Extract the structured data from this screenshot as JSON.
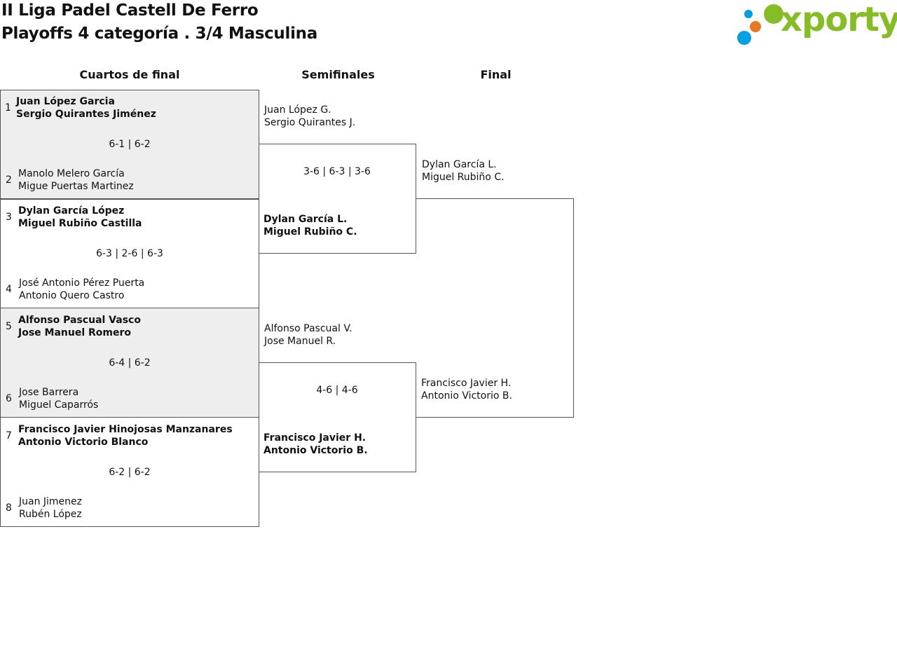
{
  "header": {
    "title_line1": "II Liga Padel Castell De Ferro",
    "title_line2": "Playoffs 4 categoría . 3/4 Masculina"
  },
  "logo": {
    "text": "xporty",
    "colors": [
      "#86bc25",
      "#00a0e3",
      "#e87722"
    ]
  },
  "rounds": {
    "qf": "Cuartos de final",
    "sf": "Semifinales",
    "final": "Final"
  },
  "quarterfinals": [
    {
      "seed_a": "1",
      "a1": "Juan López Garcia",
      "a2": "Sergio Quirantes Jiménez",
      "score": "6-1 | 6-2",
      "seed_b": "2",
      "b1": "Manolo Melero García",
      "b2": "Migue Puertas Martinez"
    },
    {
      "seed_a": "3",
      "a1": "Dylan García López",
      "a2": "Miguel Rubiño Castilla",
      "score": "6-3 | 2-6 | 6-3",
      "seed_b": "4",
      "b1": "José Antonio Pérez Puerta",
      "b2": "Antonio Quero Castro"
    },
    {
      "seed_a": "5",
      "a1": "Alfonso Pascual Vasco",
      "a2": "Jose Manuel Romero",
      "score": "6-4 | 6-2",
      "seed_b": "6",
      "b1": "Jose Barrera",
      "b2": "Miguel Caparrós"
    },
    {
      "seed_a": "7",
      "a1": "Francisco Javier Hinojosas Manzanares",
      "a2": "Antonio Victorio Blanco",
      "score": "6-2 | 6-2",
      "seed_b": "8",
      "b1": "Juan Jimenez",
      "b2": "Rubén López"
    }
  ],
  "semifinals": [
    {
      "a1": "Juan López G.",
      "a2": "Sergio Quirantes J.",
      "score": "3-6 | 6-3 | 3-6",
      "b1": "Dylan García L.",
      "b2": "Miguel Rubiño C."
    },
    {
      "a1": "Alfonso Pascual V.",
      "a2": "Jose Manuel R.",
      "score": "4-6 | 4-6",
      "b1": "Francisco Javier H.",
      "b2": "Antonio Victorio B."
    }
  ],
  "final": {
    "a1": "Dylan García L.",
    "a2": "Miguel Rubiño C.",
    "b1": "Francisco Javier H.",
    "b2": "Antonio Victorio B."
  }
}
